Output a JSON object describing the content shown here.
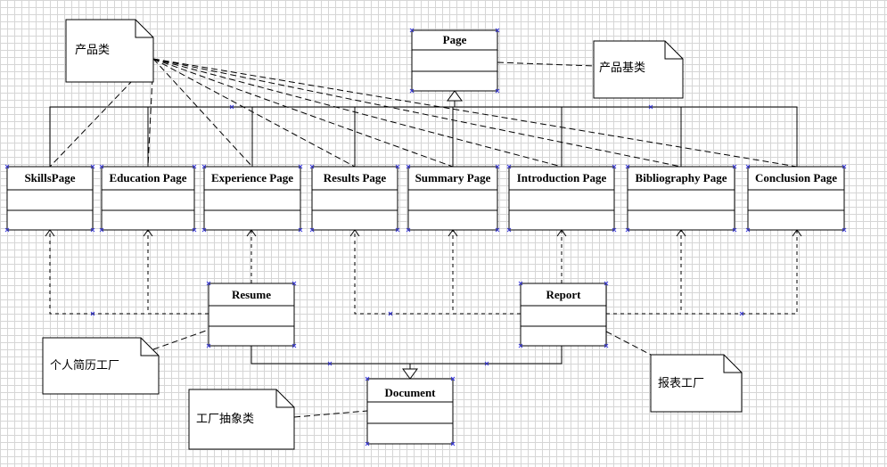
{
  "diagram": {
    "classes": {
      "page": "Page",
      "skills": "SkillsPage",
      "education": "Education Page",
      "experience": "Experience Page",
      "results": "Results Page",
      "summary": "Summary Page",
      "introduction": "Introduction Page",
      "bibliography": "Bibliography Page",
      "conclusion": "Conclusion Page",
      "resume": "Resume",
      "report": "Report",
      "document": "Document"
    },
    "notes": {
      "product": "产品类",
      "product_base": "产品基类",
      "resume_factory": "个人简历工厂",
      "report_factory": "报表工厂",
      "abstract_factory": "工厂抽象类"
    }
  }
}
